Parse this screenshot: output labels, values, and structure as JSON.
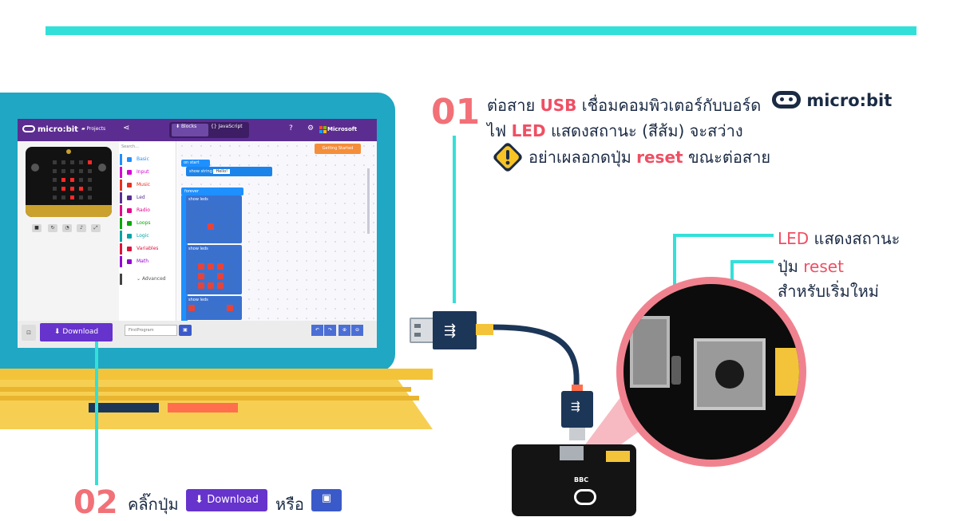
{
  "colors": {
    "accent_teal": "#33e0d9",
    "laptop_blue": "#1fa7c4",
    "laptop_yellow": "#f6cf52",
    "pink_number": "#f27077",
    "highlight_red": "#ef4f63",
    "makecode_purple": "#5c2d91"
  },
  "editor": {
    "logo": "micro:bit",
    "projects": "Projects",
    "tab_blocks": "Blocks",
    "tab_js": "JavaScript",
    "ms": "Microsoft",
    "search": "Search...",
    "getting_started": "Getting Started",
    "categories": [
      {
        "label": "Basic",
        "color": "#1e90ff"
      },
      {
        "label": "Input",
        "color": "#d400d4"
      },
      {
        "label": "Music",
        "color": "#e63022"
      },
      {
        "label": "Led",
        "color": "#5c2d91"
      },
      {
        "label": "Radio",
        "color": "#e3008c"
      },
      {
        "label": "Loops",
        "color": "#00aa00"
      },
      {
        "label": "Logic",
        "color": "#00a4a6"
      },
      {
        "label": "Variables",
        "color": "#dc143c"
      },
      {
        "label": "Math",
        "color": "#9400d3"
      }
    ],
    "advanced": "Advanced",
    "on_start": "on start",
    "show_string": "show string",
    "hello": "Hello!",
    "forever": "forever",
    "show_leds": "show leds",
    "download": "Download",
    "program_name": "FirstProgram"
  },
  "step1": {
    "number": "01",
    "line1_a": "ต่อสาย",
    "line1_usb": "USB",
    "line1_b": "เชื่อมคอมพิวเตอร์กับบอร์ด",
    "microbit_logo": "micro:bit",
    "line2_a": "ไฟ",
    "line2_led": "LED",
    "line2_b": "แสดงสถานะ (สีส้ม) จะสว่าง",
    "warn_a": "อย่าเผลอกดปุ่ม",
    "warn_reset": "reset",
    "warn_b": "ขณะต่อสาย"
  },
  "callouts": {
    "led_word": "LED",
    "led_rest": "แสดงสถานะ",
    "btn_word": "ปุ่ม",
    "btn_reset": "reset",
    "btn_line2": "สำหรับเริ่มใหม่"
  },
  "step2": {
    "number": "02",
    "text_a": "คลิ๊กปุ่ม",
    "download": "Download",
    "text_b": "หรือ"
  },
  "board": {
    "bbc": "BBC"
  }
}
